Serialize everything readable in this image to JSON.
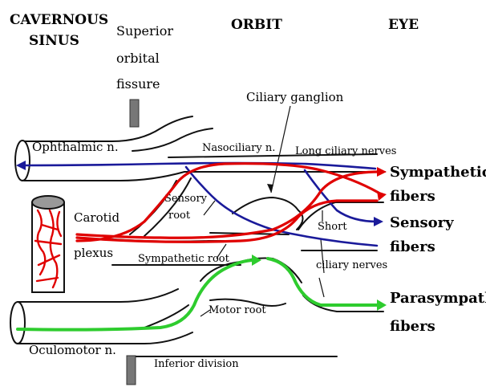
{
  "headers": {
    "cavernous_line1": "CAVERNOUS",
    "cavernous_line2": "SINUS",
    "fissure_line1": "Superior",
    "fissure_line2": "orbital",
    "fissure_line3": "fissure",
    "orbit": "ORBIT",
    "eye": "EYE"
  },
  "labels": {
    "ciliary_ganglion": "Ciliary ganglion",
    "ophthalmic": "Ophthalmic n.",
    "nasociliary": "Nasociliary n.",
    "long_ciliary": "Long ciliary nerves",
    "carotid": "Carotid",
    "plexus": "plexus",
    "sensory_root_1": "Sensory",
    "sensory_root_2": "root",
    "sympathetic_root": "Sympathetic root",
    "short": "Short",
    "short_ciliary": "ciliary nerves",
    "motor_root": "Motor root",
    "oculomotor": "Oculomotor n.",
    "inferior_division": "Inferior division"
  },
  "fibers": {
    "sympathetic_1": "Sympathetic",
    "sympathetic_2": "fibers",
    "sensory_1": "Sensory",
    "sensory_2": "fibers",
    "parasympathetic_1": "Parasympathetic",
    "parasympathetic_2": "fibers"
  },
  "colors": {
    "sympathetic": "#e00000",
    "sensory": "#1a1a9a",
    "parasympathetic": "#2ecc2e",
    "outline": "#111111"
  }
}
